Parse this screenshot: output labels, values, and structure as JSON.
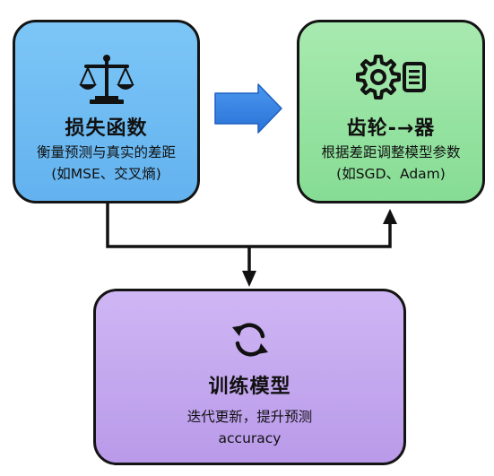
{
  "loss_box": {
    "title": "损失函数",
    "desc_line1": "衡量预测与真实的差距",
    "desc_line2": "(如MSE、交叉熵)",
    "color": "#6ab8f2"
  },
  "optimizer_box": {
    "title": "齿轮-→器",
    "desc_line1": "根据差距调整模型参数",
    "desc_line2": "(如SGD、Adam)",
    "color": "#92e09e"
  },
  "train_box": {
    "title": "训练模型",
    "desc_line1": "迭代更新，提升预测",
    "desc_line2": "accuracy",
    "color": "#c3a6ee"
  },
  "arrow_color": "#2f7fe0",
  "icons": {
    "loss": "scale-icon",
    "optimizer": "gear-icon",
    "train": "refresh-icon"
  }
}
